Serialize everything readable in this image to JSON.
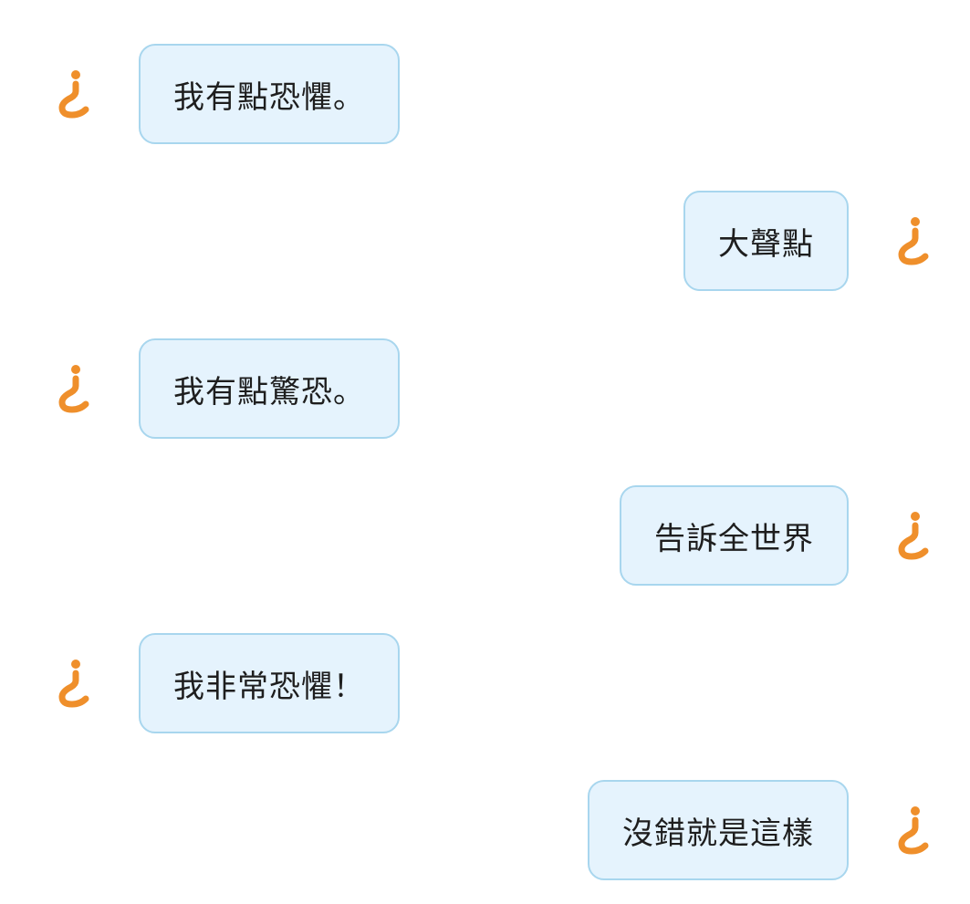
{
  "messages": [
    {
      "side": "left",
      "text": "我有點恐懼。"
    },
    {
      "side": "right",
      "text": "大聲點"
    },
    {
      "side": "left",
      "text": "我有點驚恐。"
    },
    {
      "side": "right",
      "text": "告訴全世界"
    },
    {
      "side": "left",
      "text": "我非常恐懼！"
    },
    {
      "side": "right",
      "text": "沒錯就是這樣"
    }
  ],
  "avatar_icon": "inverted-question-mark-icon",
  "colors": {
    "avatar": "#ef8f2b",
    "bubble_bg": "#e5f3fd",
    "bubble_border": "#a8d6ee",
    "text": "#1e1e1e"
  }
}
